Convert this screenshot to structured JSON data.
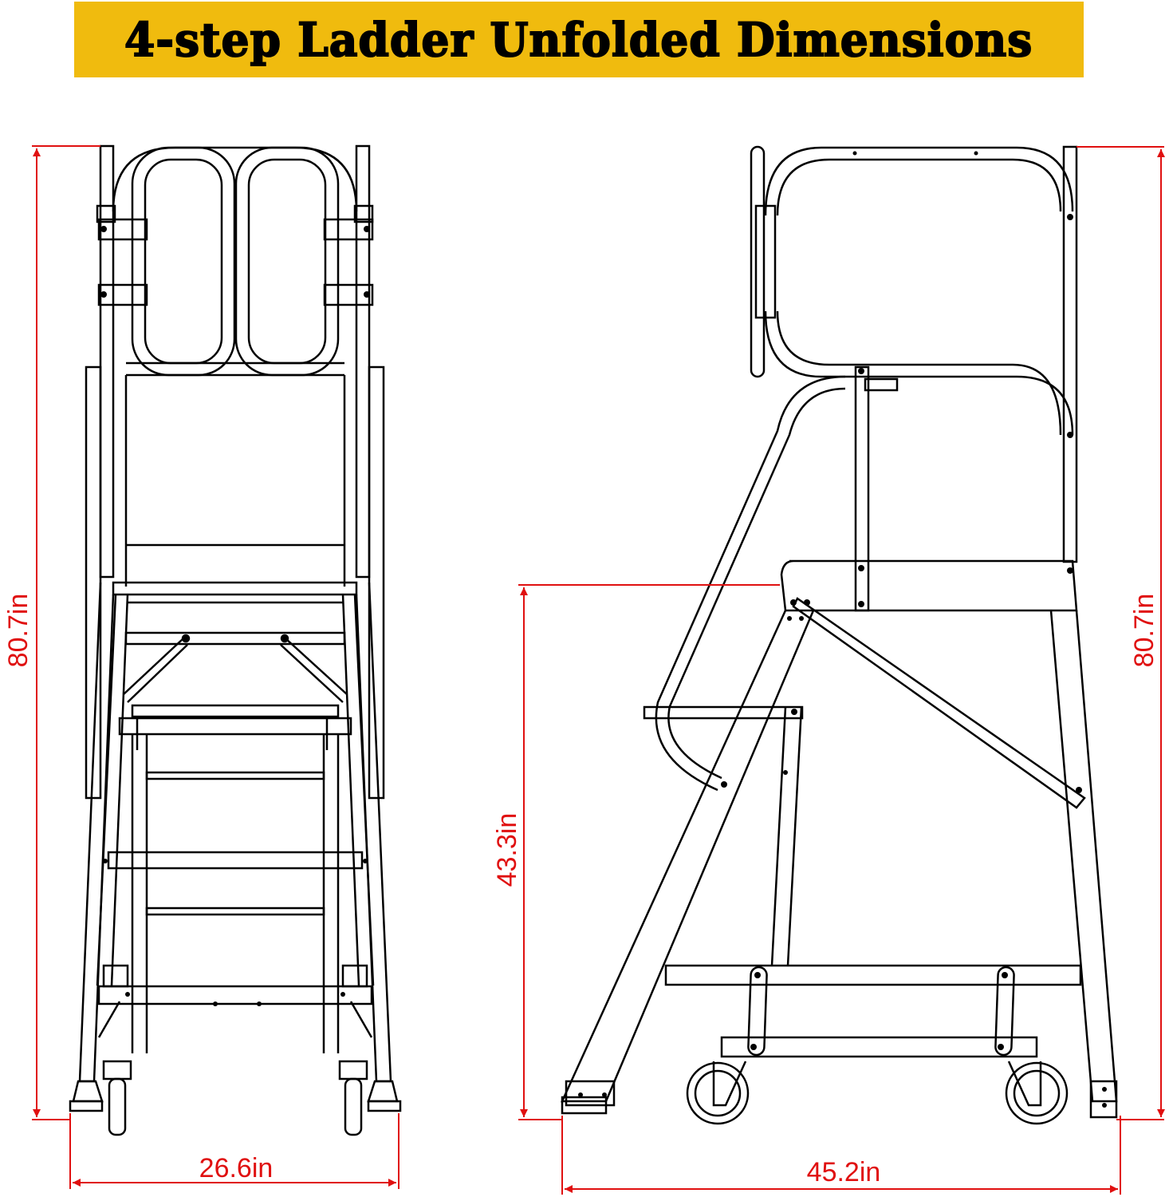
{
  "title": "4-step Ladder Unfolded Dimensions",
  "colors": {
    "banner": "#f0bb0e",
    "dimension": "#e01010",
    "line": "#000000"
  },
  "front_view": {
    "height_label": "80.7in",
    "width_label": "26.6in"
  },
  "side_view": {
    "platform_height_label": "43.3in",
    "height_label": "80.7in",
    "length_label": "45.2in"
  }
}
